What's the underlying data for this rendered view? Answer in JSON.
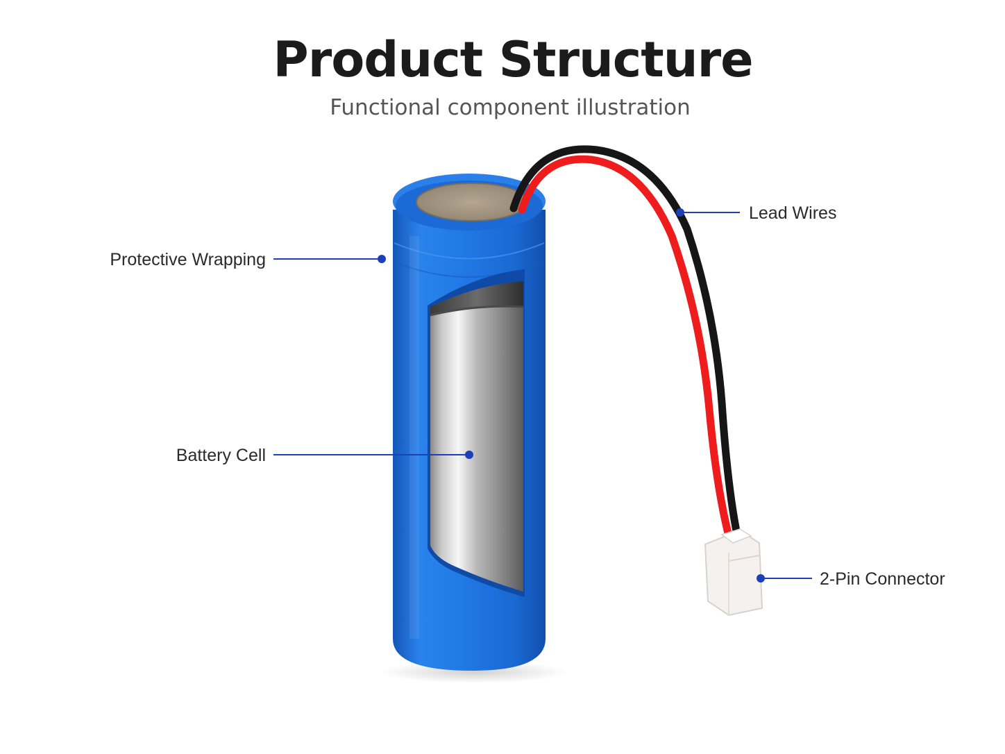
{
  "header": {
    "title": "Product Structure",
    "subtitle": "Functional component illustration"
  },
  "callouts": {
    "protective_wrapping": "Protective Wrapping",
    "battery_cell": "Battery Cell",
    "lead_wires": "Lead Wires",
    "connector": "2-Pin Connector"
  },
  "colors": {
    "wrapping_blue": "#1f73dd",
    "callout_blue": "#1d3fb8",
    "wire_red": "#ee1c1c",
    "wire_black": "#161616",
    "connector_white": "#f4f1ee"
  }
}
